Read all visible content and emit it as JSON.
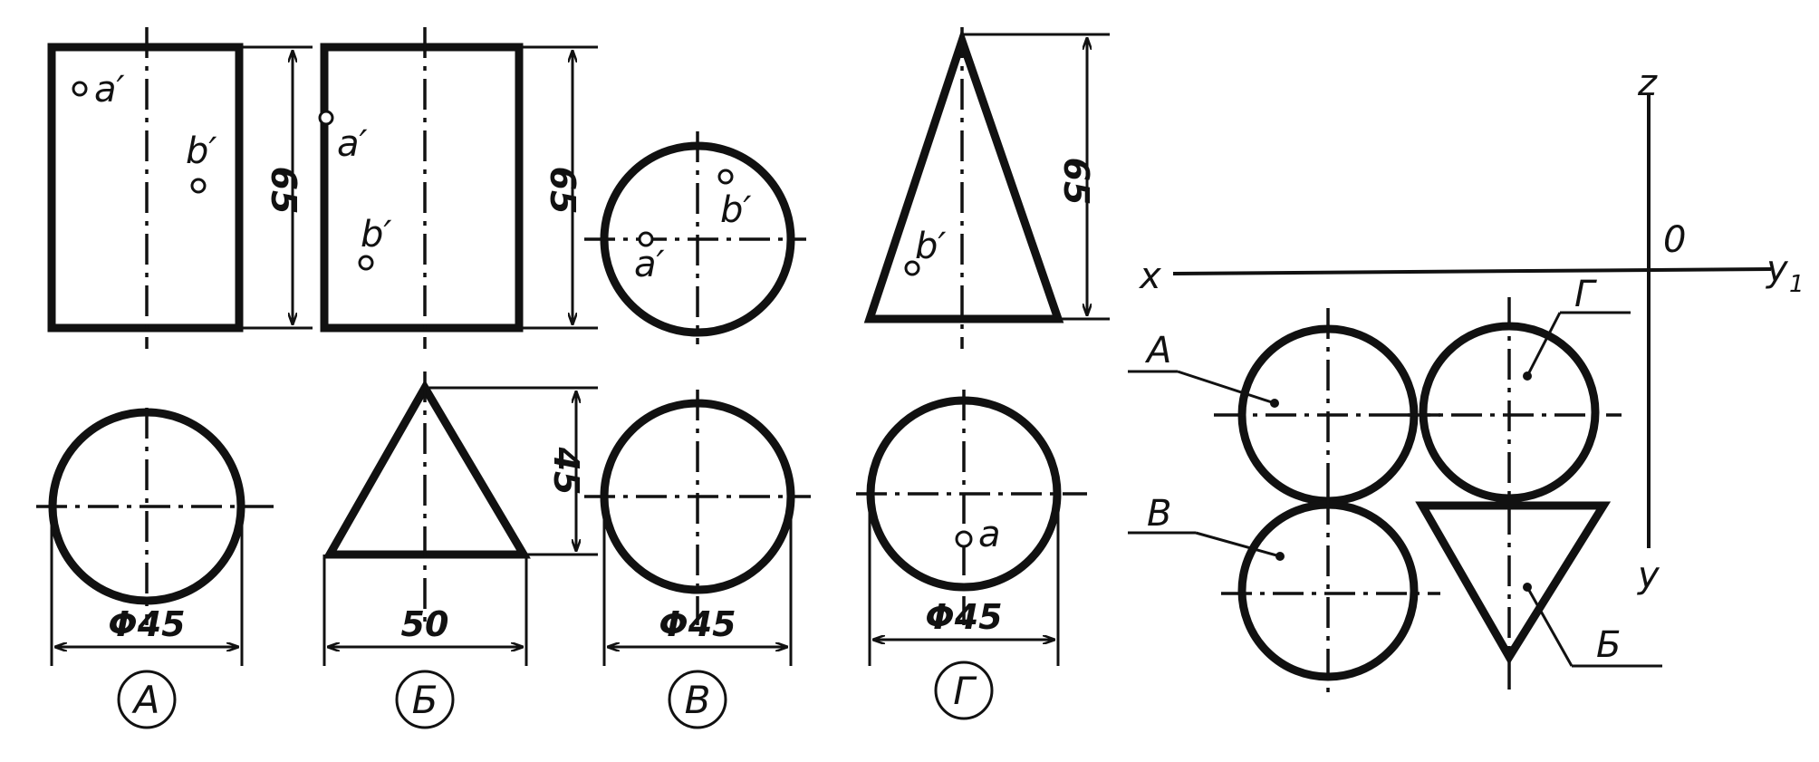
{
  "figures": {
    "A": {
      "caption": "А",
      "dim_height": "65",
      "dim_diameter": "Φ45",
      "point_a": "a′",
      "point_b": "b′"
    },
    "B": {
      "caption": "Б",
      "dim_height": "65",
      "dim_width": "50",
      "dim_triangle_height": "45",
      "point_a": "a′",
      "point_b": "b′"
    },
    "V": {
      "caption": "В",
      "dim_diameter": "Φ45",
      "point_a": "a′",
      "point_b": "b′"
    },
    "G": {
      "caption": "Г",
      "dim_height": "65",
      "dim_diameter": "Φ45",
      "point_b": "b′",
      "point_a": "a"
    }
  },
  "projection": {
    "axis_x": "x",
    "axis_z": "z",
    "axis_y": "y",
    "axis_y1": "y",
    "axis_y1_sub": "1",
    "origin": "0",
    "label_A": "А",
    "label_G": "Г",
    "label_V": "В",
    "label_B": "Б"
  }
}
